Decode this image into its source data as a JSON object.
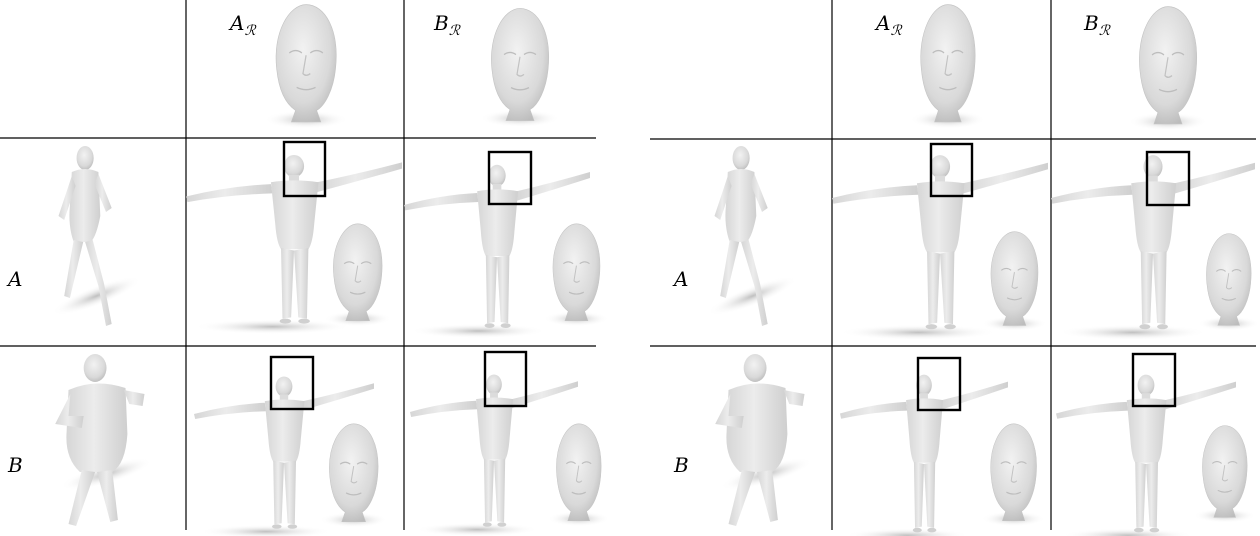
{
  "panels": [
    {
      "col_headers": [
        {
          "main": "A",
          "sub": "ℛ"
        },
        {
          "main": "B",
          "sub": "ℛ"
        }
      ],
      "row_labels": [
        "A",
        "B"
      ]
    },
    {
      "col_headers": [
        {
          "main": "A",
          "sub": "ℛ"
        },
        {
          "main": "B",
          "sub": "ℛ"
        }
      ],
      "row_labels": [
        "A",
        "B"
      ]
    }
  ],
  "colors": {
    "mesh_fill": "#e0e0e0",
    "mesh_shade": "#bdbdbd",
    "shadow": "#c8c8c8",
    "line": "#000000"
  }
}
